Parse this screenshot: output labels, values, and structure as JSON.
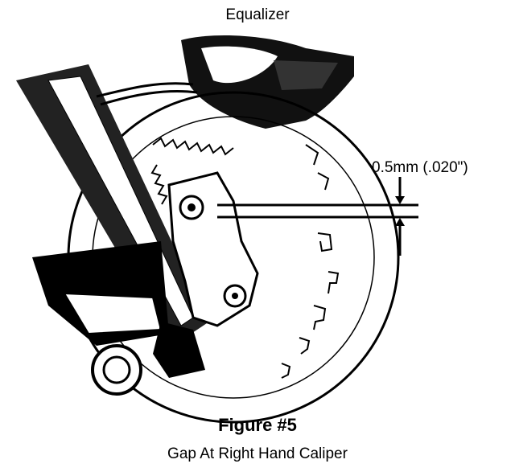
{
  "header": {
    "caption": "Equalizer"
  },
  "callout": {
    "gap_label": "0.5mm (.020\")"
  },
  "footer": {
    "figure_title": "Figure #5",
    "figure_caption": "Gap At Right Hand Caliper"
  },
  "colors": {
    "ink": "#000000",
    "paper": "#ffffff"
  }
}
